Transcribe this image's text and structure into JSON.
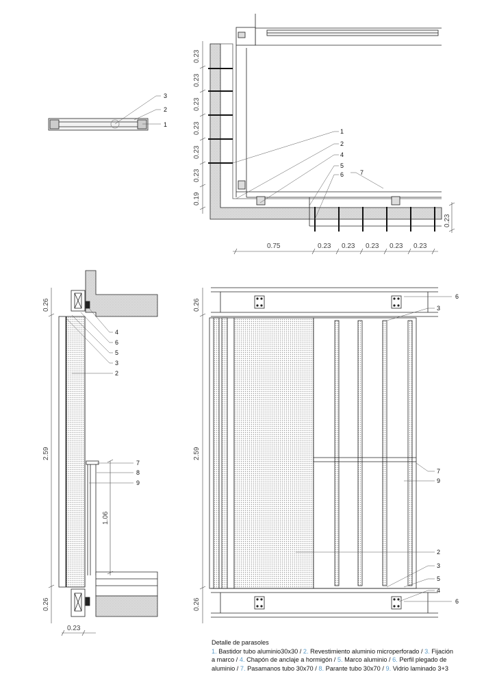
{
  "caption": {
    "title": "Detalle de parasoles",
    "items": [
      {
        "n": "1.",
        "text": "Bastidor tubo aluminio30x30 /"
      },
      {
        "n": "2.",
        "text": "Revestimiento aluminio microperforado /"
      },
      {
        "n": "3.",
        "text": "Fijación a marco /"
      },
      {
        "n": "4.",
        "text": "Chapón de anclaje a hormigón /"
      },
      {
        "n": "5.",
        "text": "Marco aluminio /"
      },
      {
        "n": "6.",
        "text": "Perfil plegado de aluminio /"
      },
      {
        "n": "7.",
        "text": "Pasamanos tubo 30x70 /"
      },
      {
        "n": "8.",
        "text": "Parante tubo 30x70 /"
      },
      {
        "n": "9.",
        "text": "Vidrio laminado 3+3"
      }
    ]
  },
  "plan": {
    "dims_left": [
      "0.23",
      "0.23",
      "0.23",
      "0.23",
      "0.23",
      "0.23",
      "0.19"
    ],
    "dims_bottom": [
      "0.75",
      "0.23",
      "0.23",
      "0.23",
      "0.23",
      "0.23"
    ],
    "dim_right": "0.23",
    "callouts": [
      "1",
      "2",
      "4",
      "5",
      "6",
      "7"
    ]
  },
  "small_detail": {
    "callouts": [
      "3",
      "2",
      "1"
    ]
  },
  "section": {
    "dims": [
      "0.26",
      "2.59",
      "0.26"
    ],
    "rail_height": "1.06",
    "bottom_dim": "0.23",
    "callouts": [
      "4",
      "6",
      "5",
      "3",
      "2",
      "7",
      "8",
      "9"
    ]
  },
  "elevation": {
    "dims": [
      "0.26",
      "2.59",
      "0.26"
    ],
    "callouts_top": [
      "6",
      "3"
    ],
    "callouts_mid": [
      "7",
      "9"
    ],
    "callouts_bottom": [
      "2",
      "3",
      "5",
      "4",
      "6"
    ]
  }
}
